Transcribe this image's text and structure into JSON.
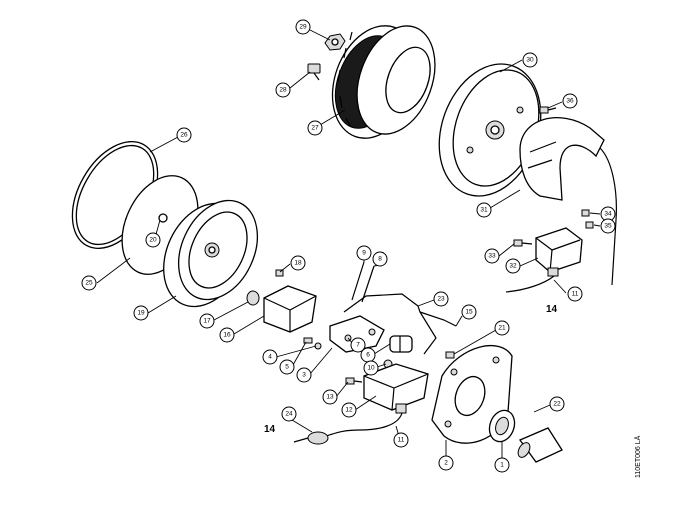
{
  "diagram": {
    "doc_code": "110ET006 LÄ",
    "bold_labels": [
      "14",
      "14"
    ],
    "callouts": [
      "29",
      "28",
      "27",
      "30",
      "36",
      "26",
      "31",
      "34",
      "35",
      "20",
      "33",
      "32",
      "11",
      "25",
      "19",
      "18",
      "9",
      "8",
      "23",
      "15",
      "17",
      "16",
      "21",
      "7",
      "4",
      "6",
      "5",
      "10",
      "3",
      "13",
      "12",
      "22",
      "24",
      "11",
      "2",
      "1"
    ]
  }
}
